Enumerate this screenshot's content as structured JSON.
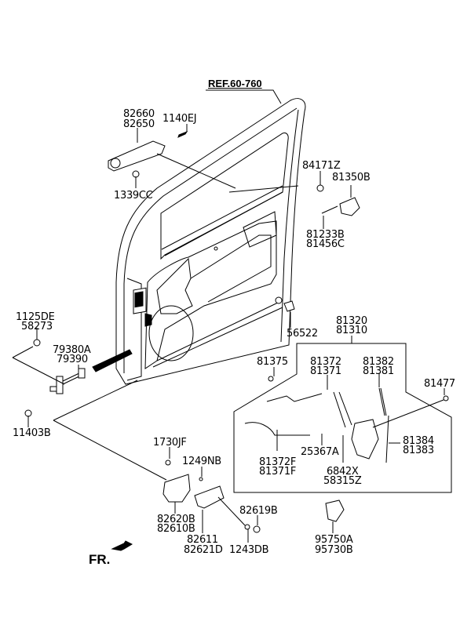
{
  "diagram": {
    "reference": "REF.60-760",
    "direction_label": "FR.",
    "parts": {
      "outer_handle": [
        "82660",
        "82650"
      ],
      "outer_handle_screw": "1140EJ",
      "outer_handle_cap": "1339CC",
      "grommet": "84171Z",
      "striker": "81350B",
      "striker_screw": [
        "81233B",
        "81456C"
      ],
      "door_bumper": "56522",
      "checker_bolt": [
        "1125DE",
        "58273"
      ],
      "checker": [
        "79380A",
        "79390"
      ],
      "checker_mount_bolt": "11403B",
      "latch_assembly": [
        "81320",
        "81310"
      ],
      "clip": "81375",
      "inside_rod": [
        "81372",
        "81371"
      ],
      "lock_rod": [
        "81382",
        "81381"
      ],
      "latch_screw": "81477",
      "lock_link_rod": [
        "81384",
        "81383"
      ],
      "inside_cable": [
        "81372F",
        "81371F"
      ],
      "cable_clip": "25367A",
      "latch_cap": [
        "6842X",
        "58315Z"
      ],
      "inside_handle_clip": "1730JF",
      "inside_handle_screw": "1249NB",
      "inside_handle": [
        "82620B",
        "82610B"
      ],
      "bezel": [
        "82611",
        "82621D"
      ],
      "cover": "82619B",
      "bezel_screw": "1243DB",
      "actuator": [
        "95750A",
        "95730B"
      ]
    }
  }
}
